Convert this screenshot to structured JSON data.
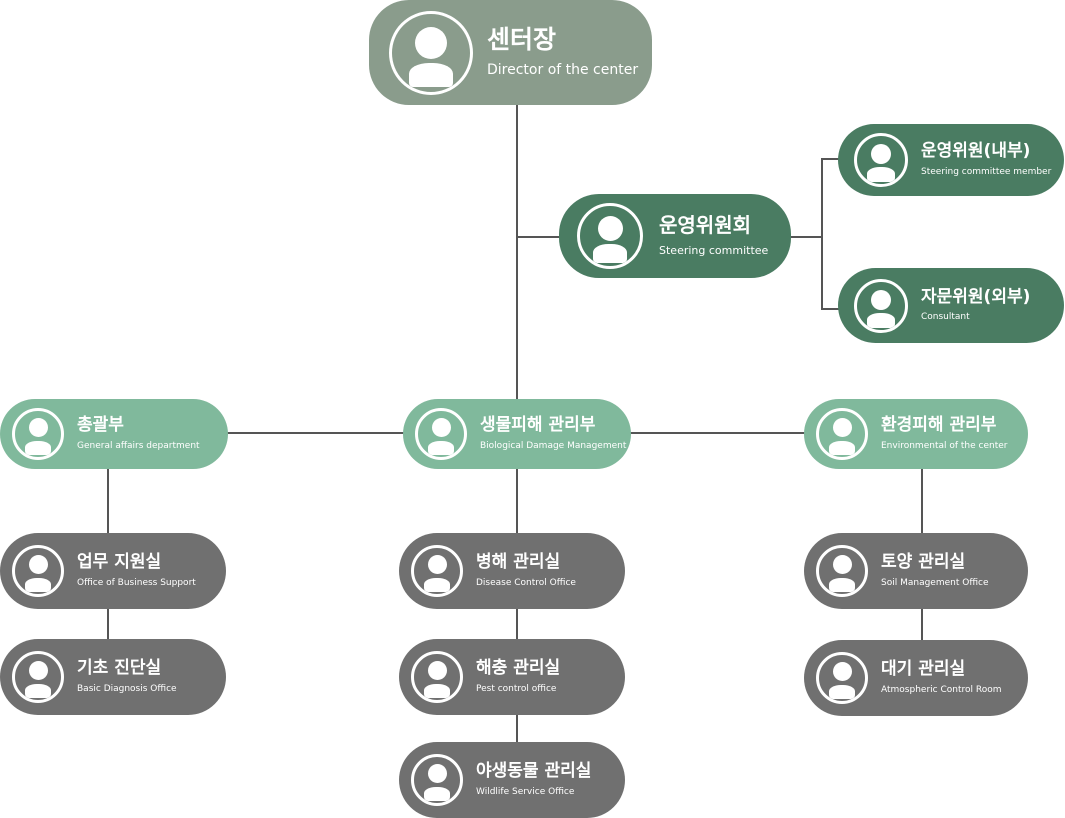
{
  "colors": {
    "director": "#8a9c8c",
    "steering": "#4a7c62",
    "department": "#80b99c",
    "office": "#707070",
    "connector": "#555555"
  },
  "director": {
    "title": "센터장",
    "subtitle": "Director of the center",
    "icon": "person-icon"
  },
  "steering_committee": {
    "title": "운영위원회",
    "subtitle": "Steering committee",
    "icon": "person-icon"
  },
  "steering_internal": {
    "title": "운영위원(내부)",
    "subtitle": "Steering committee member",
    "icon": "person-icon"
  },
  "steering_external": {
    "title": "자문위원(외부)",
    "subtitle": "Consultant",
    "icon": "person-icon"
  },
  "departments": {
    "general": {
      "title": "총괄부",
      "subtitle": "General affairs department"
    },
    "biological": {
      "title": "생물피해 관리부",
      "subtitle": "Biological Damage Management"
    },
    "environmental": {
      "title": "환경피해 관리부",
      "subtitle": "Environmental of the center"
    }
  },
  "offices": {
    "business_support": {
      "title": "업무 지원실",
      "subtitle": "Office of Business Support"
    },
    "basic_diagnosis": {
      "title": "기초 진단실",
      "subtitle": "Basic Diagnosis Office"
    },
    "disease_control": {
      "title": "병해 관리실",
      "subtitle": "Disease Control Office"
    },
    "pest_control": {
      "title": "해충 관리실",
      "subtitle": "Pest control office"
    },
    "wildlife": {
      "title": "야생동물 관리실",
      "subtitle": "Wildlife Service Office"
    },
    "soil": {
      "title": "토양 관리실",
      "subtitle": "Soil Management Office"
    },
    "atmospheric": {
      "title": "대기 관리실",
      "subtitle": "Atmospheric Control Room"
    }
  }
}
